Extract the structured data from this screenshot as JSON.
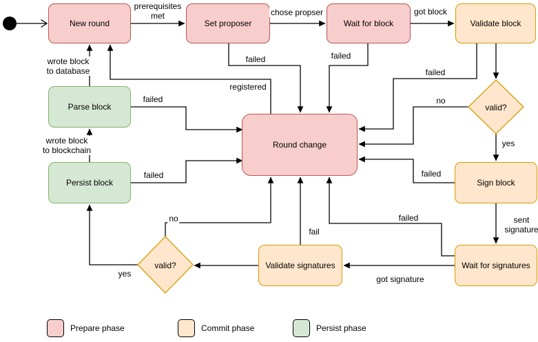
{
  "diagram": {
    "type": "state-machine-flowchart",
    "nodes": {
      "new_round": {
        "label": "New round",
        "phase": "prepare"
      },
      "set_proposer": {
        "label": "Set proposer",
        "phase": "prepare"
      },
      "wait_for_block": {
        "label": "Wait for block",
        "phase": "prepare"
      },
      "validate_block": {
        "label": "Validate block",
        "phase": "commit"
      },
      "round_change": {
        "label": "Round change",
        "phase": "prepare"
      },
      "valid_top": {
        "label": "valid?",
        "phase": "commit"
      },
      "sign_block": {
        "label": "Sign block",
        "phase": "commit"
      },
      "wait_for_signatures": {
        "label": "Wait for signatures",
        "phase": "commit"
      },
      "validate_signatures": {
        "label": "Validate signatures",
        "phase": "commit"
      },
      "valid_bottom": {
        "label": "valid?",
        "phase": "commit"
      },
      "persist_block": {
        "label": "Persist block",
        "phase": "persist"
      },
      "parse_block": {
        "label": "Parse block",
        "phase": "persist"
      }
    },
    "edge_labels": {
      "prerequisites_met": "prerequisites\nmet",
      "chose_propser": "chose propser",
      "got_block": "got block",
      "failed_set_proposer": "failed",
      "failed_wait_for_block": "failed",
      "failed_validate_block": "failed",
      "registered": "registered",
      "no_top": "no",
      "yes_top": "yes",
      "failed_sign_block": "failed",
      "sent_signature": "sent\nsignature",
      "failed_wait_for_signatures": "failed",
      "got_signature": "got signature",
      "fail_validate_signatures": "fail",
      "no_bottom": "no",
      "yes_bottom": "yes",
      "wrote_block_to_blockchain": "wrote block\nto blockchain",
      "wrote_block_to_database": "wrote block\nto database",
      "failed_parse_block": "failed",
      "failed_persist_block": "failed"
    },
    "legend": {
      "items": [
        {
          "label": "Prepare phase",
          "fill": "#F8CECC",
          "stroke": "#B85450"
        },
        {
          "label": "Commit phase",
          "fill": "#FFE6CC",
          "stroke": "#D79B00"
        },
        {
          "label": "Persist phase",
          "fill": "#D5E8D4",
          "stroke": "#82B366"
        }
      ]
    },
    "colors": {
      "prepare_fill": "#F8CECC",
      "prepare_stroke": "#B85450",
      "commit_fill": "#FFE6CC",
      "commit_stroke": "#D79B00",
      "persist_fill": "#D5E8D4",
      "persist_stroke": "#82B366",
      "edge": "#000000",
      "initial_state": "#000000"
    }
  }
}
